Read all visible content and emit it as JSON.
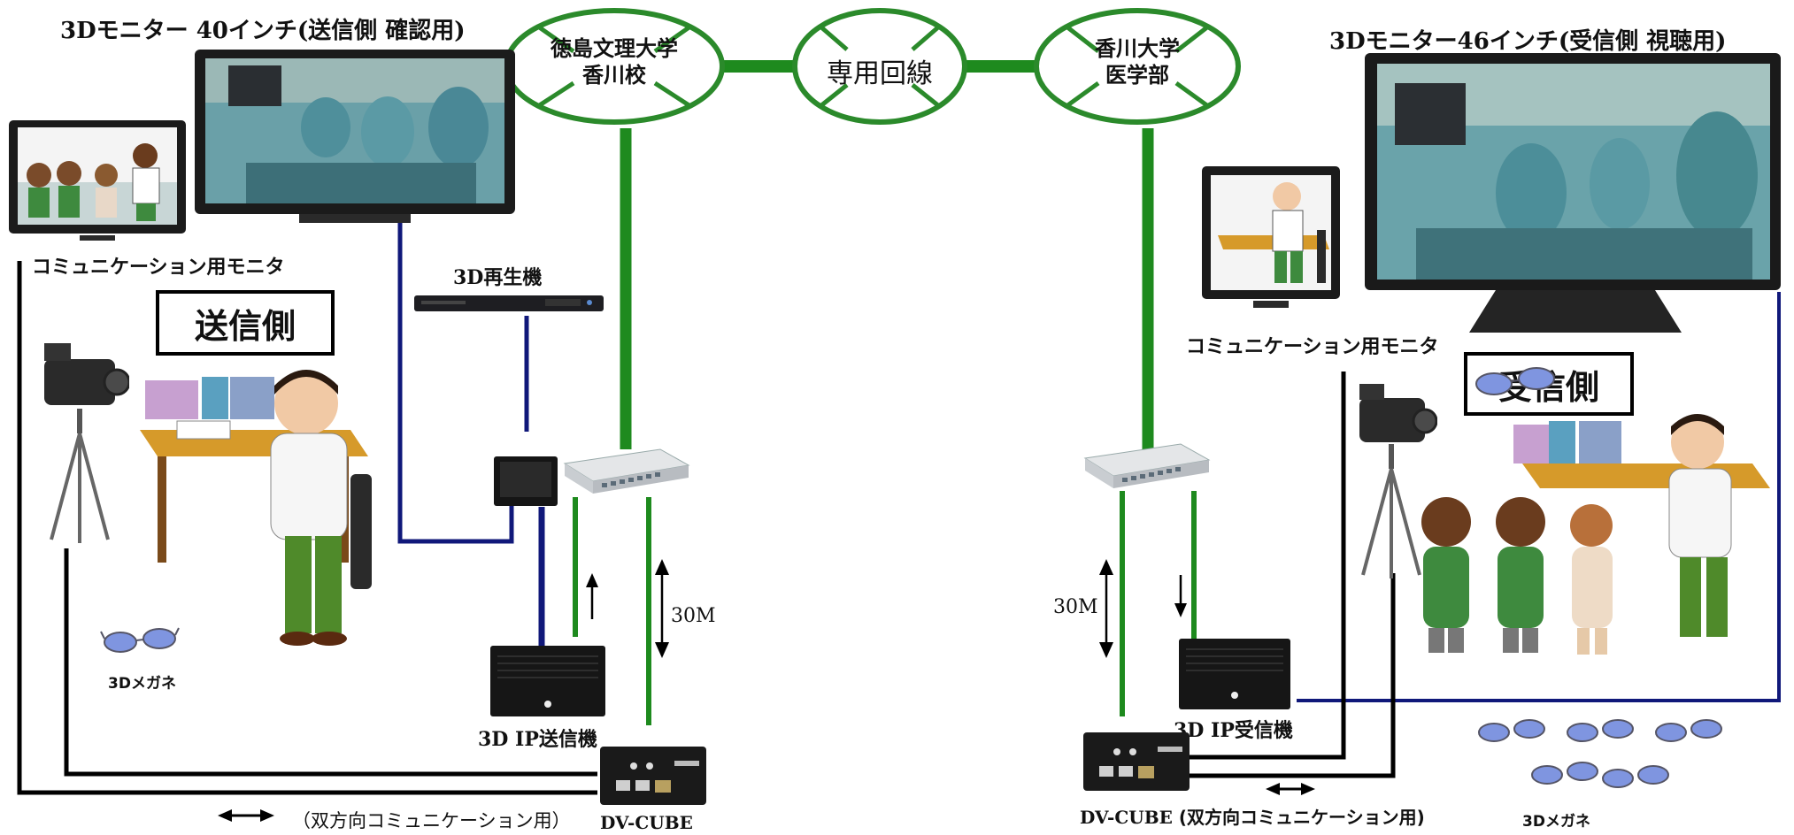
{
  "sender": {
    "monitor_3d_label": "3Dモニター 40インチ(送信側 確認用)",
    "comm_monitor_label": "コミュニケーション用モニタ",
    "side_label": "送信側",
    "player_label": "3D再生機",
    "glasses_label": "3Dメガネ",
    "transmitter_label": "3D IP送信機",
    "bidir_label": "（双方向コミュニケーション用）",
    "dvcube_label": "DV-CUBE",
    "bandwidth_label": "30M"
  },
  "network": {
    "node_left_line1": "徳島文理大学",
    "node_left_line2": "香川校",
    "node_center": "専用回線",
    "node_right_line1": "香川大学",
    "node_right_line2": "医学部"
  },
  "receiver": {
    "monitor_3d_label": "3Dモニター46インチ(受信側 視聴用)",
    "comm_monitor_label": "コミュニケーション用モニタ",
    "side_label": "受信側",
    "receiver_label": "3D IP受信機",
    "dvcube_label": "DV-CUBE",
    "bidir_label": "(双方向コミュニケーション用)",
    "glasses_label": "3Dメガネ",
    "bandwidth_label": "30M"
  },
  "colors": {
    "green_link": "#1e8a1e",
    "node_green": "#2b8a2b",
    "navy_cable": "#10187a",
    "black_cable": "#000000",
    "glasses_lens": "#7f95e0"
  }
}
